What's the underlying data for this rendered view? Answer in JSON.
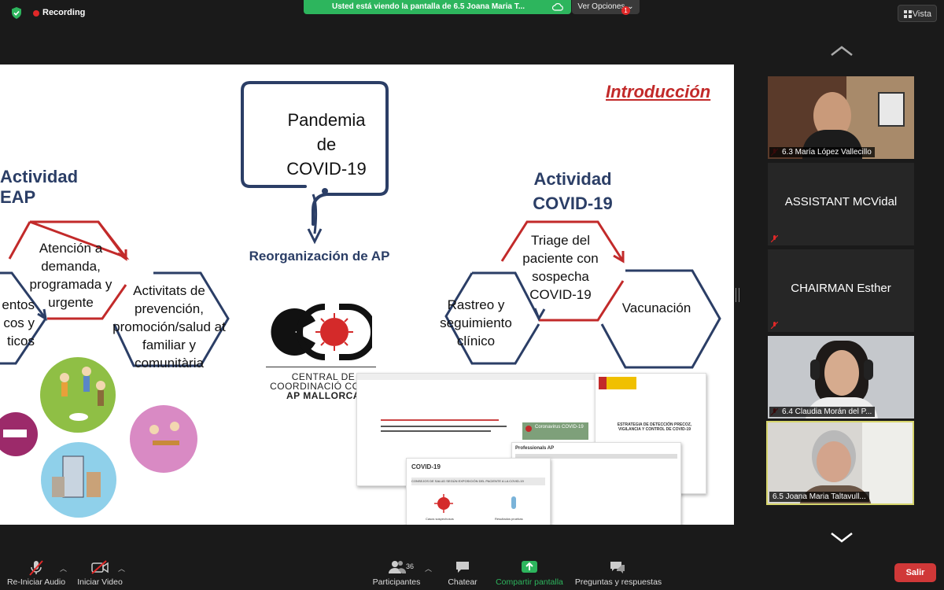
{
  "recording": {
    "label": "Recording"
  },
  "share_banner": {
    "text": "Usted está viendo la pantalla de 6.5 Joana Maria T...",
    "view_options": "Ver Opciones"
  },
  "top_right": {
    "view_label": "Vista"
  },
  "slide": {
    "title": "Introducción",
    "left_heading": "Actividad EAP",
    "right_heading": "Actividad COVID-19",
    "bubble_lines": [
      "Pandemia",
      "de",
      "COVID-19"
    ],
    "reorg_label": "Reorganización de AP",
    "hex_left_top": "Atención a demanda, programada y urgente",
    "hex_left_right": "Activitats de prevención, promoción/salud at familiar y comunitària",
    "hex_left_partial": "entos cos y ticos",
    "hex_right_top": "Triage del paciente con sospecha COVID-19",
    "hex_right_left": "Rastreo y seguimiento clínico",
    "hex_right_right": "Vacunación",
    "logo_lines": [
      "CENTRAL DE",
      "COORDINACIÓ COVID",
      "AP MALLORCA"
    ],
    "thumbs": {
      "covid_title": "COVID-19",
      "covid_sub": "CONSEJOS DE SALUD SEGÚN EXPOSICIÓN DEL PACIENTE A LA COVID-19",
      "case1": "Casos sospechosos",
      "case2": "Resultados pruebas",
      "ministry_text": "ESTRATEGIA DE DETECCIÓN PRECOZ, VIGILANCIA Y CONTROL DE COVID-19",
      "profesionals": "Professionals AP",
      "coronavirus": "Coronavirus COVID-19"
    }
  },
  "participants_panel": {
    "tiles": [
      {
        "name": "6.3 María López Vallecillo",
        "type": "video"
      },
      {
        "name": "ASSISTANT MCVidal",
        "type": "name"
      },
      {
        "name": "CHAIRMAN Esther",
        "type": "name"
      },
      {
        "name": "6.4 Claudia Morán del P...",
        "type": "video"
      },
      {
        "name": "6.5 Joana Maria Taltavull...",
        "type": "video",
        "active": true
      }
    ]
  },
  "toolbar": {
    "audio": "Re-Iniciar Audio",
    "video": "Iniciar Video",
    "participants": "Participantes",
    "participants_count": "36",
    "chat": "Chatear",
    "share": "Compartir pantalla",
    "qa": "Preguntas y respuestas",
    "qa_badge": "1",
    "leave": "Salir"
  },
  "colors": {
    "accent_green": "#2db55d",
    "leave_red": "#d03838",
    "slide_red": "#c22a2a",
    "slide_navy": "#2b3e66"
  }
}
